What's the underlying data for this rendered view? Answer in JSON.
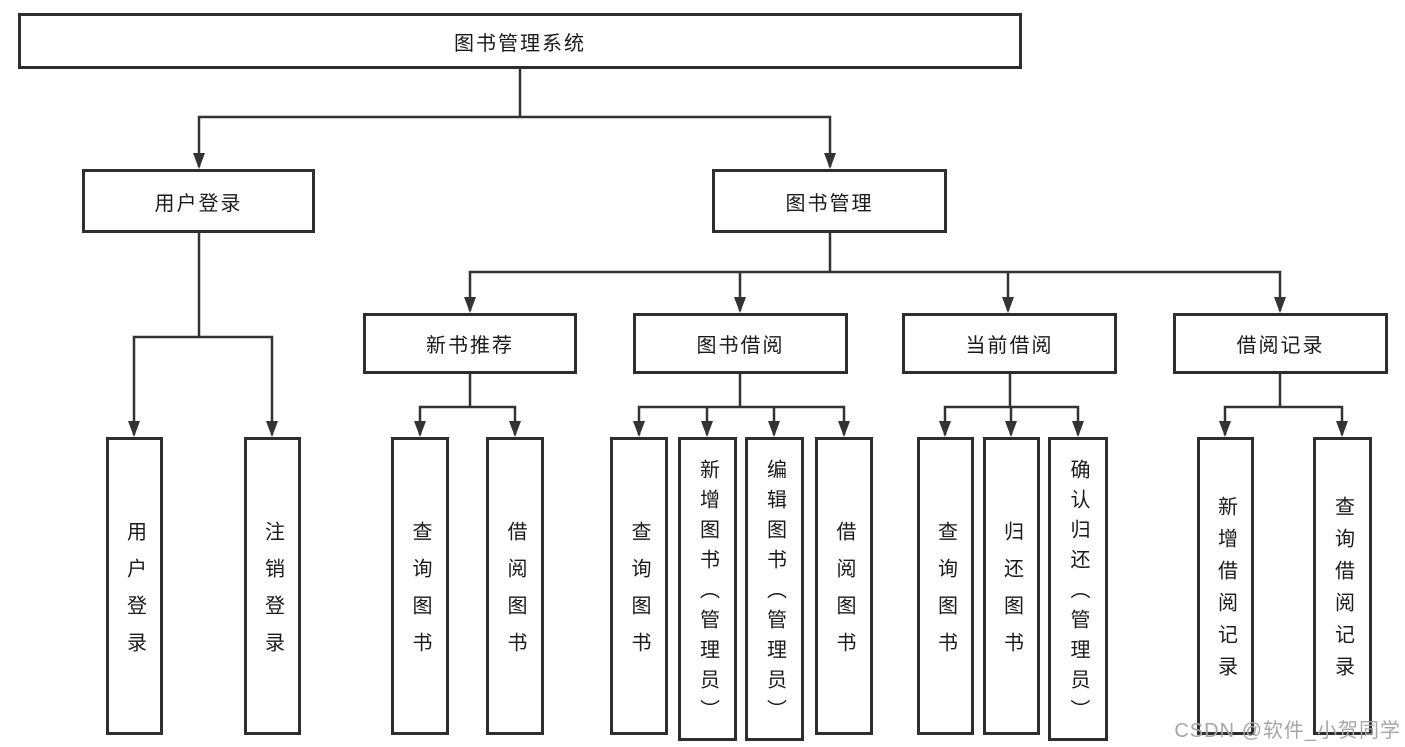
{
  "colors": {
    "line": "#333333",
    "box_border": "#2e2e2e",
    "text": "#1a1a1a",
    "watermark": "#a6a6a6",
    "background": "#ffffff"
  },
  "tree": {
    "label": "图书管理系统",
    "children": [
      {
        "label": "用户登录",
        "children": [
          {
            "label": "用户登录"
          },
          {
            "label": "注销登录"
          }
        ]
      },
      {
        "label": "图书管理",
        "children": [
          {
            "label": "新书推荐",
            "children": [
              {
                "label": "查询图书"
              },
              {
                "label": "借阅图书"
              }
            ]
          },
          {
            "label": "图书借阅",
            "children": [
              {
                "label": "查询图书"
              },
              {
                "label": "新增图书（管理员）"
              },
              {
                "label": "编辑图书（管理员）"
              },
              {
                "label": "借阅图书"
              }
            ]
          },
          {
            "label": "当前借阅",
            "children": [
              {
                "label": "查询图书"
              },
              {
                "label": "归还图书"
              },
              {
                "label": "确认归还（管理员）"
              }
            ]
          },
          {
            "label": "借阅记录",
            "children": [
              {
                "label": "新增借阅记录"
              },
              {
                "label": "查询借阅记录"
              }
            ]
          }
        ]
      }
    ]
  },
  "watermark": {
    "text": "CSDN @软件_小贺同学"
  }
}
